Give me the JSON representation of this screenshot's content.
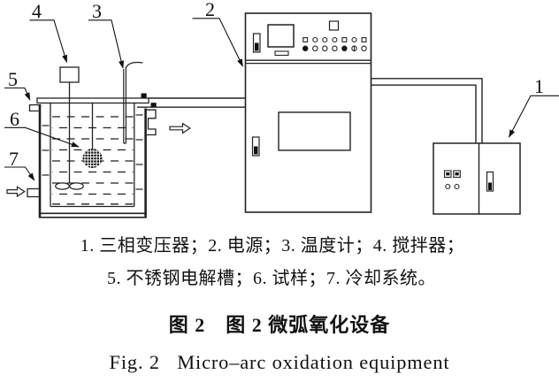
{
  "diagram": {
    "labels": {
      "transformer": "1",
      "power_supply": "2",
      "thermometer": "3",
      "stirrer": "4",
      "tank": "5",
      "sample": "6",
      "cooling": "7"
    }
  },
  "legend": {
    "line1": "1. 三相变压器；2. 电源；3. 温度计；4. 搅拌器；",
    "line2": "5. 不锈钢电解槽；6. 试样；7. 冷却系统。"
  },
  "caption": {
    "zh": "图 2　图 2 微弧氧化设备",
    "en": "Fig. 2   Micro–arc oxidation equipment"
  }
}
